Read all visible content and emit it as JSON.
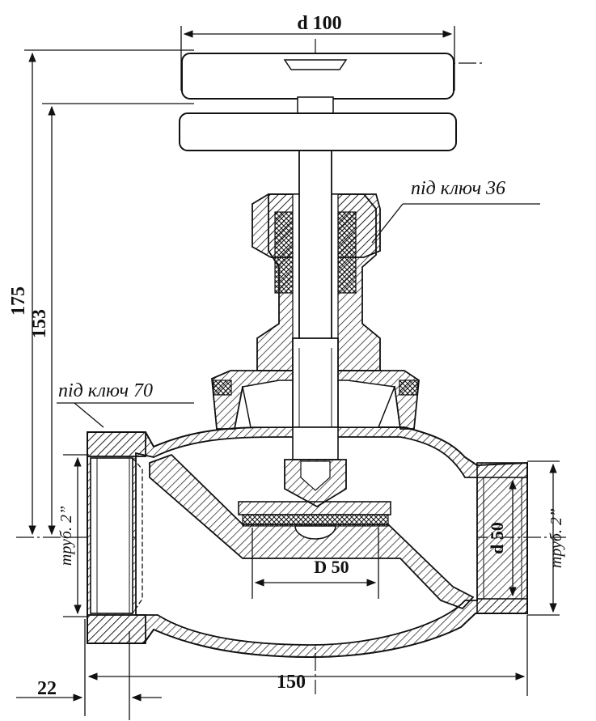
{
  "drawing": {
    "dims": {
      "handwheel_diameter": "d 100",
      "overall_height": "175",
      "axis_height": "153",
      "body_length": "150",
      "thread_length": "22",
      "seat_diameter": "D 50",
      "outlet_diameter": "d 50"
    },
    "callouts": {
      "wrench_bonnet": "під ключ 36",
      "wrench_body": "під ключ 70",
      "pipe_thread_left": "труб. 2”",
      "pipe_thread_right": "труб. 2”"
    }
  }
}
